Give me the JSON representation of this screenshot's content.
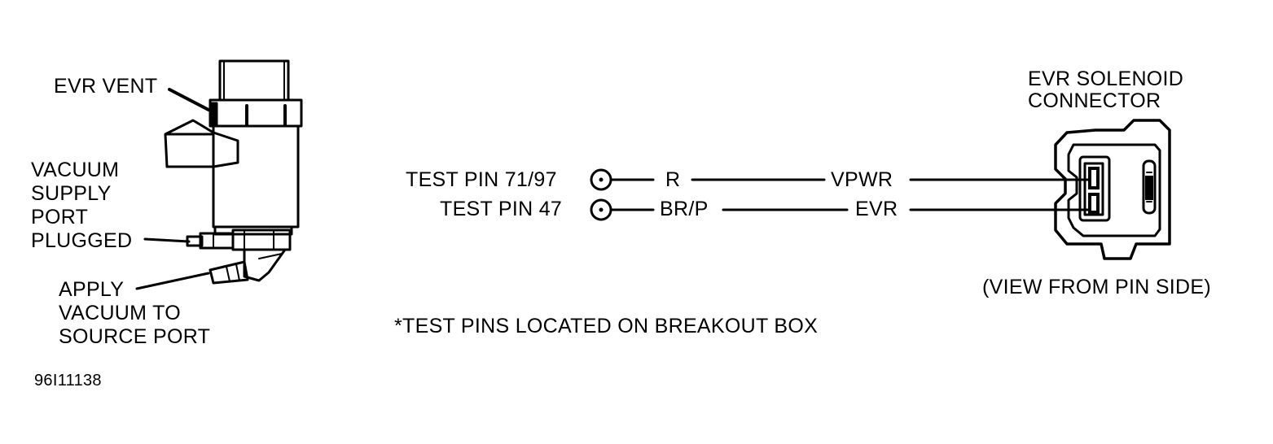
{
  "solenoid": {
    "vent_label": "EVR VENT",
    "supply_port_label": [
      "VACUUM",
      "SUPPLY",
      "PORT",
      "PLUGGED"
    ],
    "source_port_label": [
      "APPLY",
      "VACUUM TO",
      "SOURCE PORT"
    ]
  },
  "wiring": {
    "pins": [
      {
        "pin_label": "TEST PIN 71/97",
        "wire_color": "R",
        "circuit": "VPWR"
      },
      {
        "pin_label": "TEST PIN 47",
        "wire_color": "BR/P",
        "circuit": "EVR"
      }
    ],
    "note": "*TEST PINS LOCATED ON BREAKOUT BOX"
  },
  "connector": {
    "title": [
      "EVR SOLENOID",
      "CONNECTOR"
    ],
    "view_note": "(VIEW FROM PIN SIDE)"
  },
  "figure_id": "96I11138"
}
